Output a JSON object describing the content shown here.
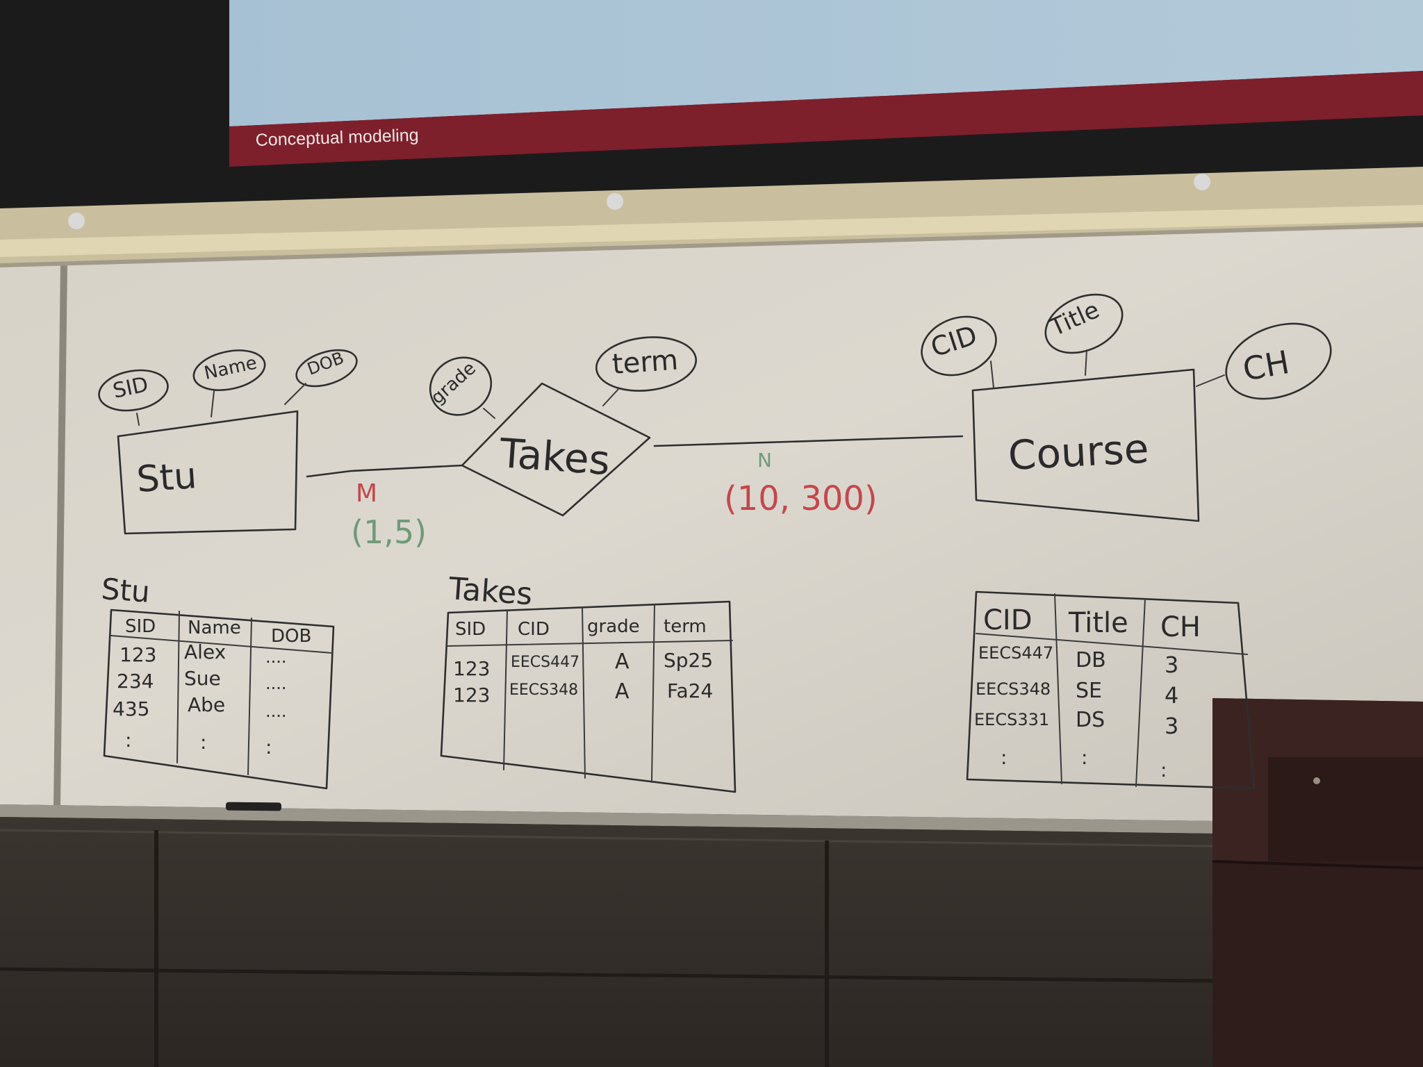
{
  "projector": {
    "caption": "Conceptual modeling",
    "colors": {
      "screen": "#a9c3d6",
      "band": "#7e1f2c"
    }
  },
  "er_diagram": {
    "entities": [
      {
        "id": "stu",
        "label": "Stu",
        "attributes": [
          "SID",
          "Name",
          "DOB"
        ]
      },
      {
        "id": "course",
        "label": "Course",
        "attributes": [
          "CID",
          "Title",
          "CH"
        ]
      }
    ],
    "relationship": {
      "label": "Takes",
      "attributes": [
        "grade",
        "term"
      ]
    },
    "cardinality": {
      "left": {
        "letter": "M",
        "range": "(1,5)"
      },
      "right": {
        "letter": "N",
        "range": "(10, 300)"
      }
    },
    "colors": {
      "ink": "#2e2e30",
      "red_marker": "#c4474a",
      "green_marker": "#6f9a7a"
    }
  },
  "tables": {
    "stu": {
      "title": "Stu",
      "headers": [
        "SID",
        "Name",
        "DOB"
      ],
      "rows": [
        [
          "123",
          "Alex",
          "...."
        ],
        [
          "234",
          "Sue",
          "...."
        ],
        [
          "435",
          "Abe",
          "...."
        ],
        [
          ":",
          ":",
          ":"
        ]
      ]
    },
    "takes": {
      "title": "Takes",
      "headers": [
        "SID",
        "CID",
        "grade",
        "term"
      ],
      "rows": [
        [
          "123",
          "EECS447",
          "A",
          "Sp25"
        ],
        [
          "123",
          "EECS348",
          "A",
          "Fa24"
        ]
      ]
    },
    "course": {
      "title": "",
      "headers": [
        "CID",
        "Title",
        "CH"
      ],
      "rows": [
        [
          "EECS447",
          "DB",
          "3"
        ],
        [
          "EECS348",
          "SE",
          "4"
        ],
        [
          "EECS331",
          "DS",
          "3"
        ],
        [
          ":",
          ":",
          ":"
        ]
      ]
    }
  }
}
